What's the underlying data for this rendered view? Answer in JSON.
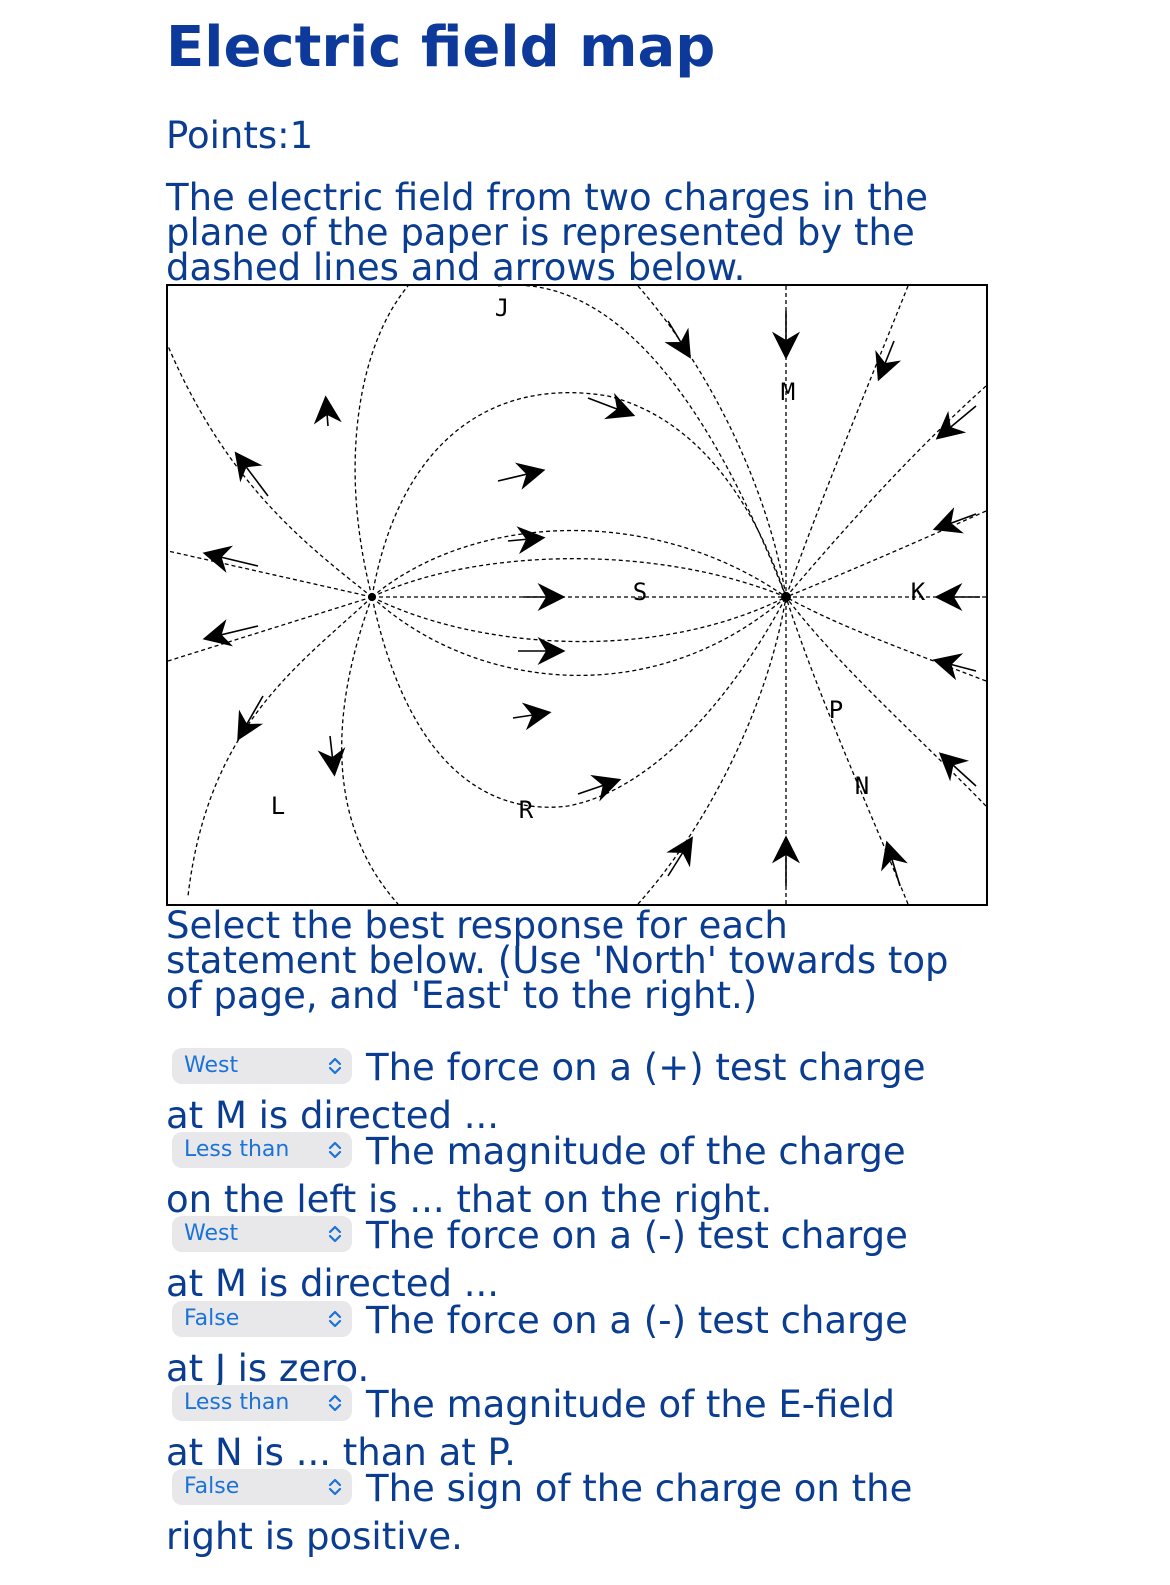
{
  "title": "Electric field map",
  "points": "Points:1",
  "intro": "The electric field from two charges in the plane of the paper is represented by the dashed lines and arrows below.",
  "figure": {
    "labels": [
      "J",
      "M",
      "S",
      "K",
      "P",
      "N",
      "R",
      "L"
    ]
  },
  "instructions": "Select the best response for each statement below. (Use 'North' towards top of page, and 'East' to the right.)",
  "questions": [
    {
      "selected": "West",
      "text1": "The force on a (+) test charge",
      "text2": "at M is directed ..."
    },
    {
      "selected": "Less than",
      "text1": "The magnitude of the charge",
      "text2": "on the left is ... that on the right."
    },
    {
      "selected": "West",
      "text1": "The force on a (-) test charge",
      "text2": "at M is directed ..."
    },
    {
      "selected": "False",
      "text1": "The force on a (-) test charge",
      "text2": "at J is zero."
    },
    {
      "selected": "Less than",
      "text1": "The magnitude of the E-field",
      "text2": "at N is ... than at P."
    },
    {
      "selected": "False",
      "text1": "The sign of the charge on the",
      "text2": "right is positive."
    }
  ],
  "colors": {
    "text": "#0a3d91",
    "title": "#0d3a9a",
    "select_text": "#1b73d8",
    "select_bg": "#e8e8ea"
  },
  "icons": {
    "select": "chevron-up-down-icon"
  }
}
